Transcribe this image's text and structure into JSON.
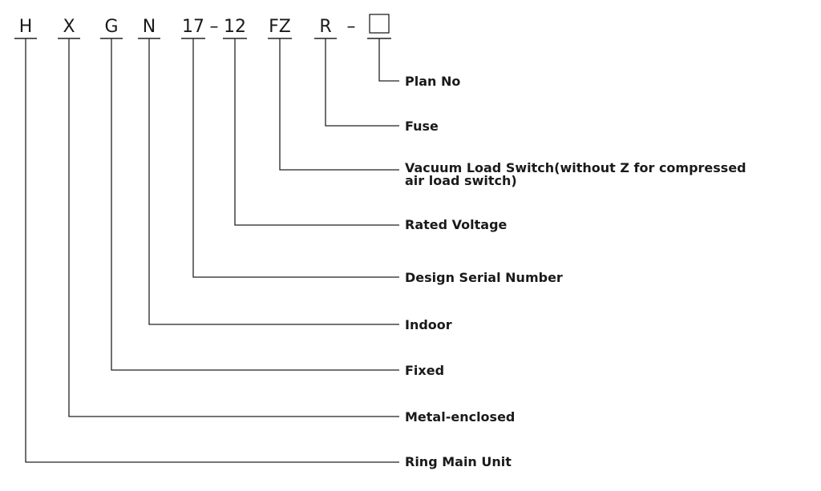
{
  "code": {
    "h": "H",
    "x": "X",
    "g": "G",
    "n": "N",
    "serial": "17",
    "dash1": "–",
    "voltage": "12",
    "switch": "FZ",
    "fuse": "R",
    "dash2": "–"
  },
  "labels": {
    "plan_no": "Plan No",
    "fuse": "Fuse",
    "vacuum_line1": "Vacuum Load Switch(without Z for compressed",
    "vacuum_line2": "air load switch)",
    "rated_voltage": "Rated Voltage",
    "design_serial": "Design Serial Number",
    "indoor": "Indoor",
    "fixed": "Fixed",
    "metal_enclosed": "Metal-enclosed",
    "ring_main_unit": "Ring Main Unit"
  }
}
